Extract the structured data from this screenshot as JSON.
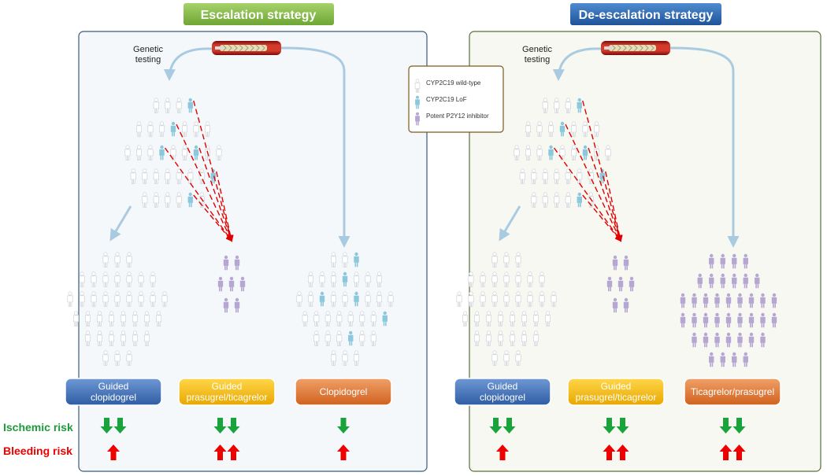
{
  "colors": {
    "left_panel_bg": "#f5f8fb",
    "left_panel_border": "#3a5a7a",
    "right_panel_bg": "#f6f8f1",
    "right_panel_border": "#57703c",
    "wildtype_person": "#ffffff",
    "lof_person": "#8cc8dc",
    "potent_person": "#b6a6d2",
    "arrow_blue": "#a9cbe2",
    "arrow_red": "#e10000",
    "risk_down": "#18a43a",
    "risk_up": "#ee0000",
    "ischemic_label": "#1f9a3a",
    "bleeding_label": "#ee0000"
  },
  "panels": {
    "left": {
      "title": "Escalation strategy",
      "title_color": "#8cbf4a",
      "genetic_testing": "Genetic\ntesting",
      "boxes": [
        {
          "label": "Guided\nclopidogrel",
          "color": "#3f6fb4"
        },
        {
          "label": "Guided\nprasugrel/ticagrelor",
          "color": "#f2b600"
        },
        {
          "label": "Clopidogrel",
          "color": "#e07a2e"
        }
      ],
      "ischemic": [
        2,
        2,
        1
      ],
      "bleeding": [
        1,
        2,
        1
      ]
    },
    "right": {
      "title": "De-escalation strategy",
      "title_color": "#2f6db3",
      "genetic_testing": "Genetic\ntesting",
      "boxes": [
        {
          "label": "Guided\nclopidogrel",
          "color": "#3f6fb4"
        },
        {
          "label": "Guided\nprasugrel/ticagrelor",
          "color": "#f2b600"
        },
        {
          "label": "Ticagrelor/prasugrel",
          "color": "#e07a2e"
        }
      ],
      "ischemic": [
        2,
        2,
        2
      ],
      "bleeding": [
        1,
        2,
        2
      ]
    }
  },
  "legend": {
    "items": [
      {
        "label": "CYP2C19 wild-type",
        "kind": "wildtype"
      },
      {
        "label": "CYP2C19 LoF",
        "kind": "lof"
      },
      {
        "label": "Potent P2Y12 inhibitor",
        "kind": "potent"
      }
    ]
  },
  "risk_labels": {
    "ischemic": "Ischemic risk",
    "bleeding": "Bleeding risk"
  }
}
